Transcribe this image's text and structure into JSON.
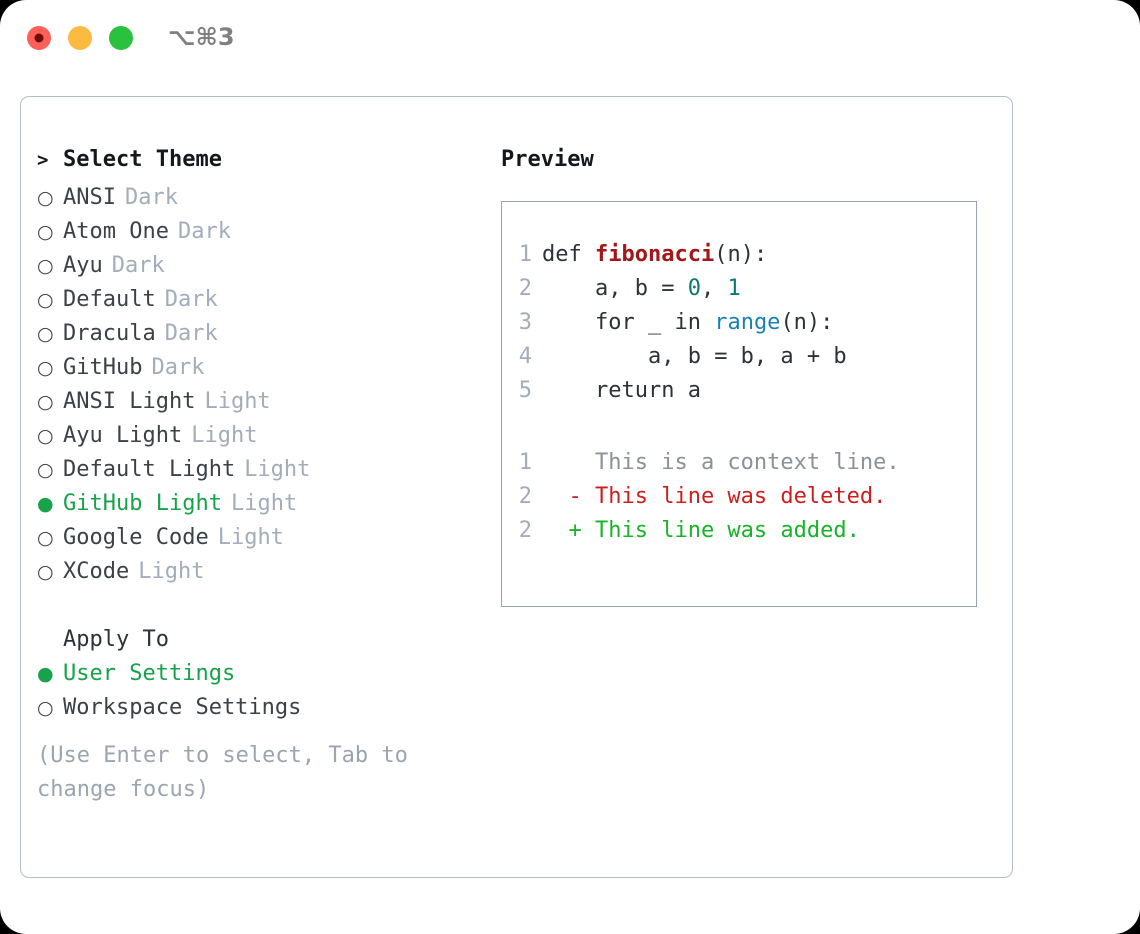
{
  "titlebar": {
    "shortcut": "⌥⌘3",
    "lights": [
      "close",
      "minimize",
      "maximize"
    ]
  },
  "theme_picker": {
    "header_prefix": ">",
    "header": "Select Theme",
    "bullet_on": "●",
    "bullet_off": "○",
    "items": [
      {
        "name": "ANSI",
        "kind": "Dark",
        "selected": false
      },
      {
        "name": "Atom One",
        "kind": "Dark",
        "selected": false
      },
      {
        "name": "Ayu",
        "kind": "Dark",
        "selected": false
      },
      {
        "name": "Default",
        "kind": "Dark",
        "selected": false
      },
      {
        "name": "Dracula",
        "kind": "Dark",
        "selected": false
      },
      {
        "name": "GitHub",
        "kind": "Dark",
        "selected": false
      },
      {
        "name": "ANSI Light",
        "kind": "Light",
        "selected": false
      },
      {
        "name": "Ayu Light",
        "kind": "Light",
        "selected": false
      },
      {
        "name": "Default Light",
        "kind": "Light",
        "selected": false
      },
      {
        "name": "GitHub Light",
        "kind": "Light",
        "selected": true
      },
      {
        "name": "Google Code",
        "kind": "Light",
        "selected": false
      },
      {
        "name": "XCode",
        "kind": "Light",
        "selected": false
      }
    ]
  },
  "apply_to": {
    "label": "Apply To",
    "options": [
      {
        "name": "User Settings",
        "selected": true
      },
      {
        "name": "Workspace Settings",
        "selected": false
      }
    ]
  },
  "hint": "(Use Enter to select, Tab to change focus)",
  "preview": {
    "title": "Preview",
    "code": [
      {
        "no": "1",
        "indent": "",
        "parts": [
          {
            "t": "def ",
            "c": "plain"
          },
          {
            "t": "fibonacci",
            "c": "fn"
          },
          {
            "t": "(n):",
            "c": "plain"
          }
        ]
      },
      {
        "no": "2",
        "indent": "    ",
        "parts": [
          {
            "t": "a, b = ",
            "c": "plain"
          },
          {
            "t": "0",
            "c": "num"
          },
          {
            "t": ", ",
            "c": "plain"
          },
          {
            "t": "1",
            "c": "num"
          }
        ]
      },
      {
        "no": "3",
        "indent": "    ",
        "parts": [
          {
            "t": "for _ in ",
            "c": "plain"
          },
          {
            "t": "range",
            "c": "call"
          },
          {
            "t": "(n):",
            "c": "plain"
          }
        ]
      },
      {
        "no": "4",
        "indent": "        ",
        "parts": [
          {
            "t": "a, b = b, a + b",
            "c": "plain"
          }
        ]
      },
      {
        "no": "5",
        "indent": "    ",
        "parts": [
          {
            "t": "return a",
            "c": "plain"
          }
        ]
      }
    ],
    "diff": [
      {
        "no": "1",
        "marker": " ",
        "text": "This is a context line.",
        "kind": "ctx"
      },
      {
        "no": "2",
        "marker": "-",
        "text": "This line was deleted.",
        "kind": "del"
      },
      {
        "no": "2",
        "marker": "+",
        "text": "This line was added.",
        "kind": "add"
      }
    ]
  },
  "colors": {
    "accent_green": "#16a34a",
    "muted": "#a3adba",
    "border": "#b4bcc8",
    "preview_border": "#97a3b2",
    "diff_del": "#cc1f1f",
    "diff_add": "#19b32a",
    "fn": "#a3161a",
    "num": "#0c7a70",
    "call": "#1a81b8"
  }
}
